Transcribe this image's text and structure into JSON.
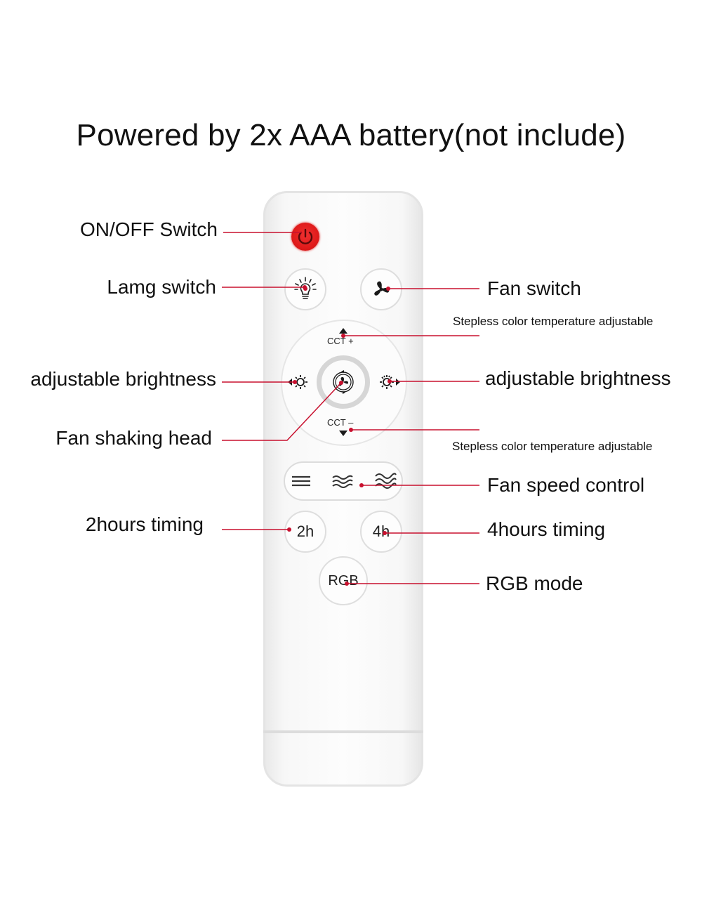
{
  "title": "Powered by 2x AAA battery(not include)",
  "colors": {
    "annotation_line": "#c8102e",
    "power_button": "#e01b1b",
    "remote_body": "#f7f7f7",
    "text": "#111111"
  },
  "remote": {
    "buttons": {
      "power": {
        "icon": "power-icon"
      },
      "lamp": {
        "icon": "light-bulb-icon"
      },
      "fan": {
        "icon": "fan-icon"
      },
      "cct_plus": {
        "label": "CCT +",
        "icon": "arrow-up-icon"
      },
      "cct_minus": {
        "label": "CCT –",
        "icon": "arrow-down-icon"
      },
      "brightness_down": {
        "icon": "sun-left-icon"
      },
      "brightness_up": {
        "icon": "sun-right-icon"
      },
      "fan_oscillate": {
        "icon": "fan-rotate-icon"
      },
      "speed_low": {
        "icon": "speed-low-icon"
      },
      "speed_mid": {
        "icon": "speed-mid-icon"
      },
      "speed_high": {
        "icon": "speed-high-icon"
      },
      "timer_2h": {
        "label": "2h"
      },
      "timer_4h": {
        "label": "4h"
      },
      "rgb": {
        "label": "RGB"
      }
    }
  },
  "annotations": {
    "left": [
      {
        "label": "ON/OFF Switch"
      },
      {
        "label": "Lamg switch"
      },
      {
        "label": "adjustable brightness"
      },
      {
        "label": "Fan shaking head"
      },
      {
        "label": "2hours timing"
      }
    ],
    "right": [
      {
        "label": "Fan switch"
      },
      {
        "label": "Stepless color temperature adjustable"
      },
      {
        "label": "adjustable brightness"
      },
      {
        "label": "Stepless color temperature adjustable"
      },
      {
        "label": "Fan speed control"
      },
      {
        "label": "4hours timing"
      },
      {
        "label": "RGB mode"
      }
    ]
  }
}
